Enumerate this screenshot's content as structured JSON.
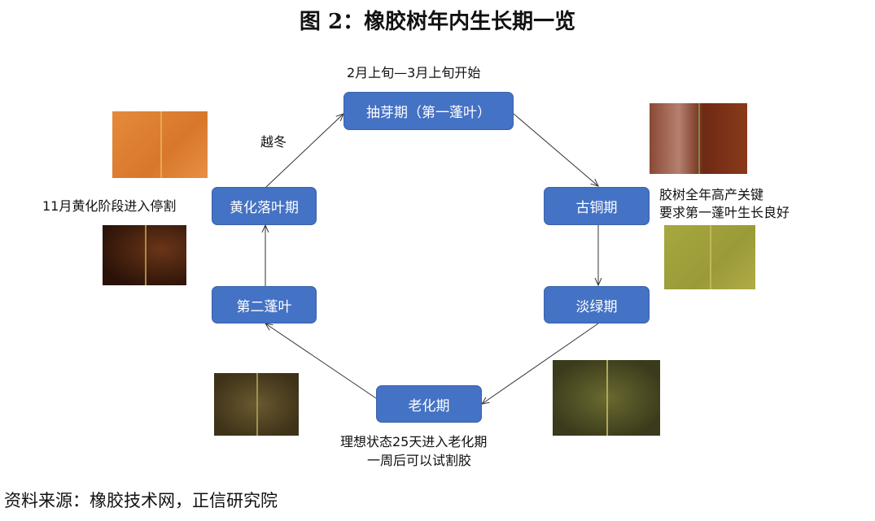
{
  "title": "图 2：橡胶树年内生长期一览",
  "stages": {
    "sprout": "抽芽期（第一蓬叶）",
    "bronze": "古铜期",
    "light_green": "淡绿期",
    "aging": "老化期",
    "second_flush": "第二蓬叶",
    "yellowing": "黄化落叶期"
  },
  "annotations": {
    "sprout_time": "2月上旬—3月上旬开始",
    "overwinter": "越冬",
    "yellowing_note": "11月黄化阶段进入停割",
    "key_line1": "胶树全年高产关键",
    "key_line2": "要求第一蓬叶生长良好",
    "aging_line1": "理想状态25天进入老化期",
    "aging_line2": "一周后可以试割胶"
  },
  "source": "资料来源：橡胶技术网，正信研究院",
  "colors": {
    "box": "#4472c4",
    "arrow": "#333333"
  }
}
